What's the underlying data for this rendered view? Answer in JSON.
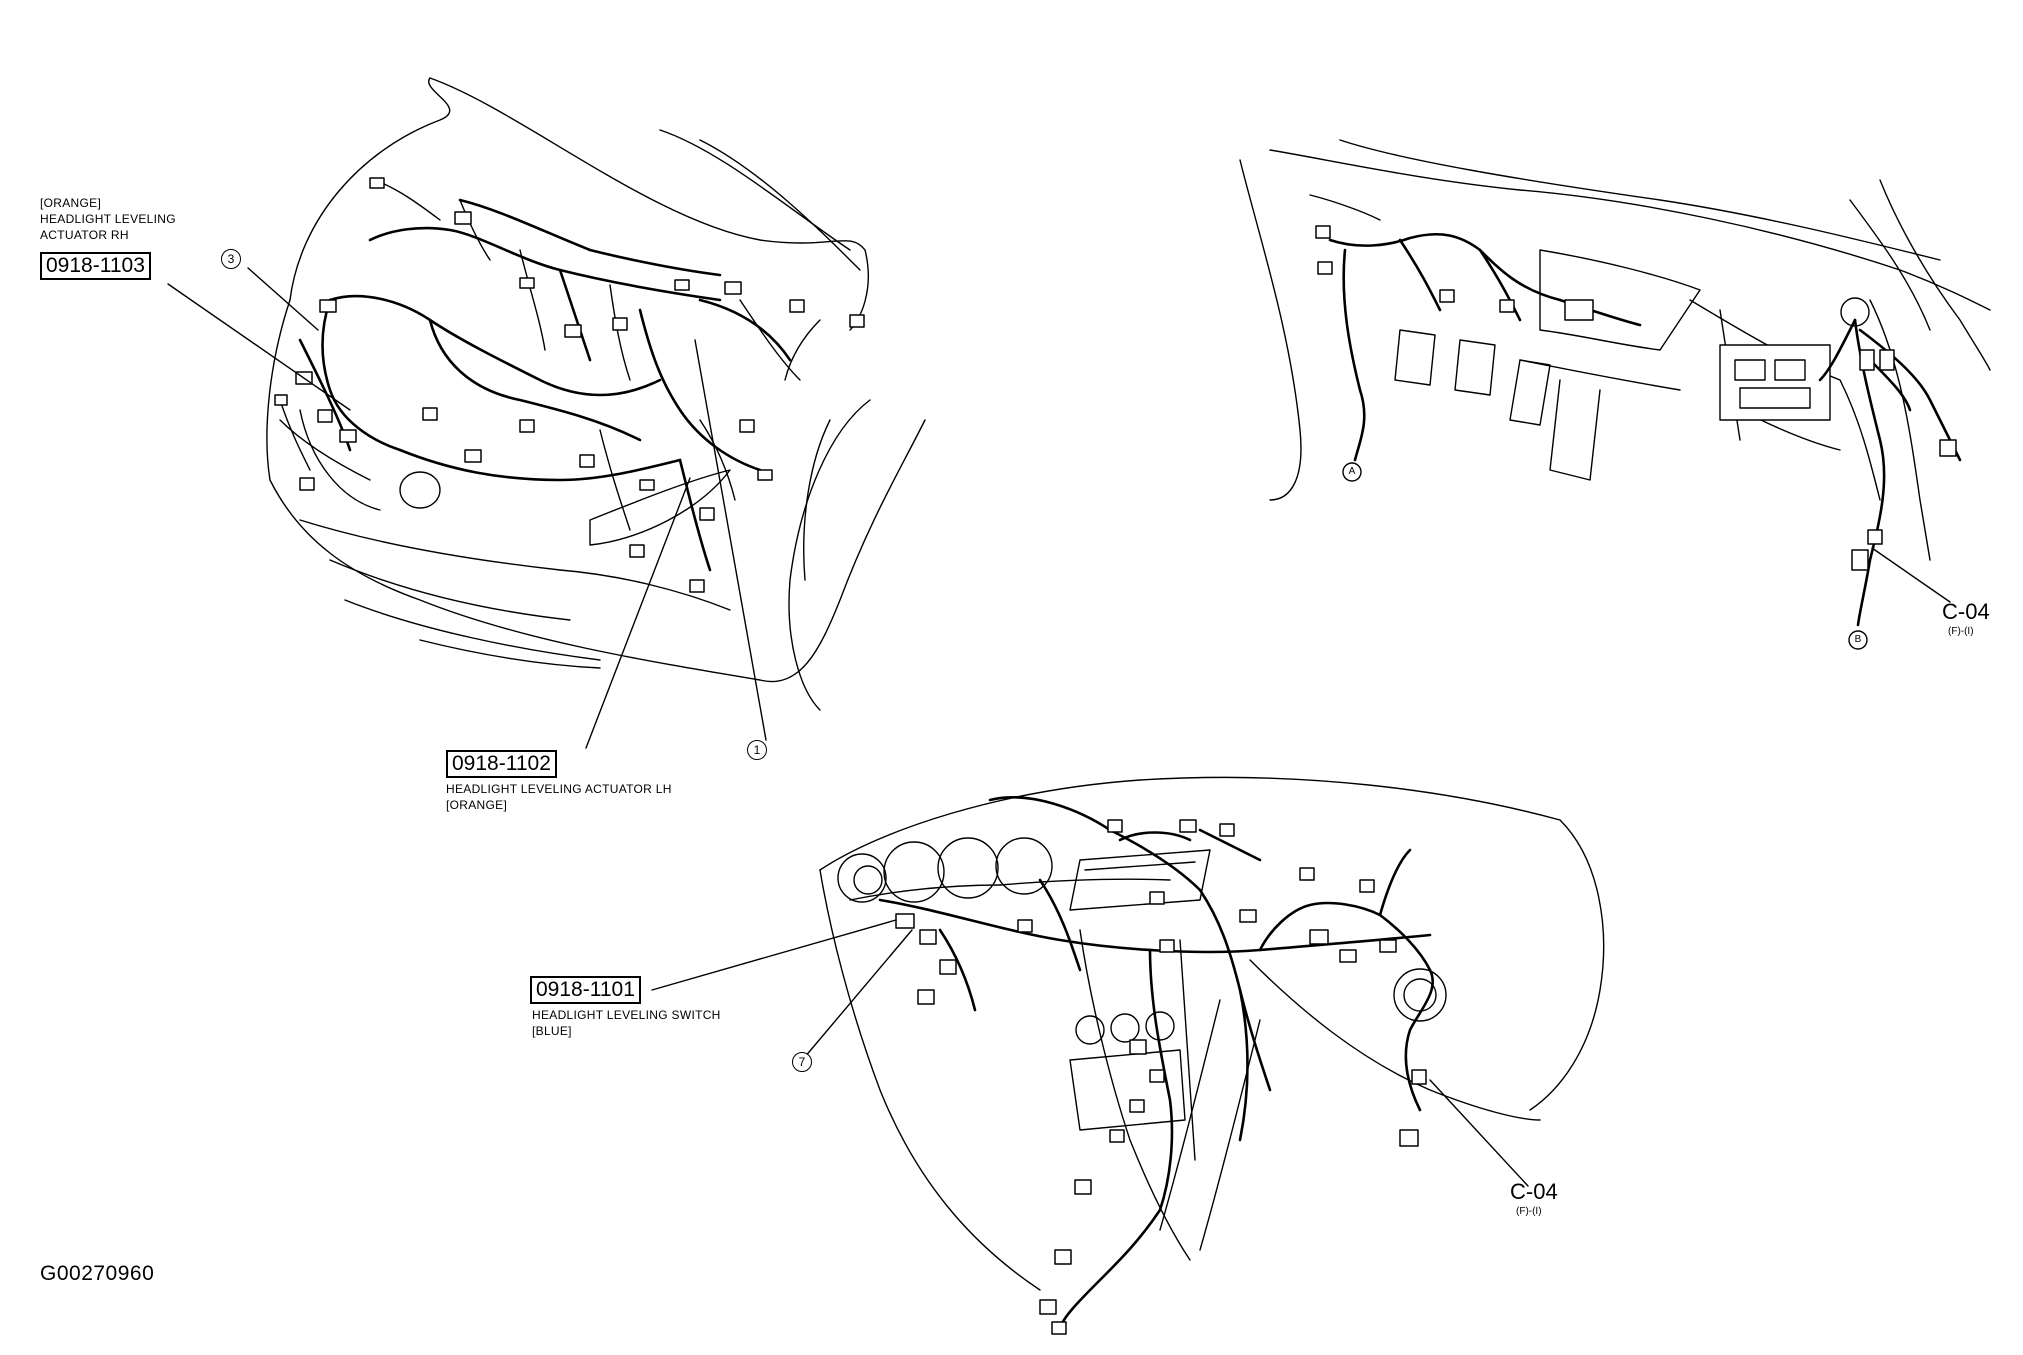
{
  "figure_id": "G00270960",
  "engine_bay_view": {
    "actuator_rh": {
      "color_note": "[ORANGE]",
      "name_line1": "HEADLIGHT LEVELING",
      "name_line2": "ACTUATOR RH",
      "code": "0918-1103"
    },
    "actuator_lh": {
      "code": "0918-1102",
      "name": "HEADLIGHT LEVELING ACTUATOR LH",
      "color_note": "[ORANGE]"
    },
    "callouts": [
      "3",
      "1"
    ]
  },
  "cabin_view": {
    "connector": {
      "code": "C-04",
      "sub": "(F)-(I)"
    },
    "markers": [
      "A",
      "B"
    ]
  },
  "dashboard_view": {
    "switch": {
      "code": "0918-1101",
      "name": "HEADLIGHT LEVELING SWITCH",
      "color_note": "[BLUE]"
    },
    "connector": {
      "code": "C-04",
      "sub": "(F)-(I)"
    },
    "callouts": [
      "7"
    ]
  }
}
